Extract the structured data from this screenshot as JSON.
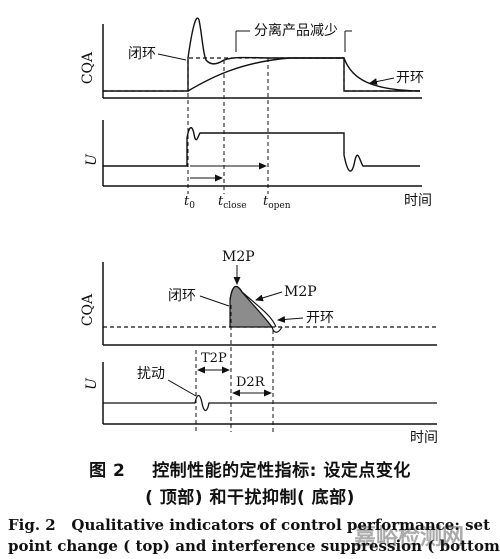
{
  "top_panel": {
    "cqa_label": "CQA",
    "u_label": "U",
    "closed_loop_label": "闭环",
    "open_loop_label": "开环",
    "separation_label": "分离产品减少",
    "t0_main": "t",
    "t0_sub": "0",
    "tclose_main": "t",
    "tclose_sub": "close",
    "topen_main": "t",
    "topen_sub": "open",
    "time_label": "时间"
  },
  "bottom_panel": {
    "cqa_label": "CQA",
    "u_label": "U",
    "m2p_top_label": "M2P",
    "m2p_right_label": "M2P",
    "closed_loop_label": "闭环",
    "open_loop_label": "开环",
    "disturbance_label": "扰动",
    "t2p_label": "T2P",
    "d2r_label": "D2R",
    "time_label": "时间"
  },
  "caption": {
    "zh_fig": "图 2",
    "zh_line1": "控制性能的定性指标: 设定点变化",
    "zh_line2": "( 顶部) 和干扰抑制( 底部)",
    "en_fig": "Fig. 2",
    "en_line1": "Qualitative indicators of control performance: set",
    "en_line2": "point change ( top) and interference suppression ( bottom)"
  },
  "watermark": {
    "text": "嘉峪检测网",
    "color": "#6fa8c8"
  }
}
